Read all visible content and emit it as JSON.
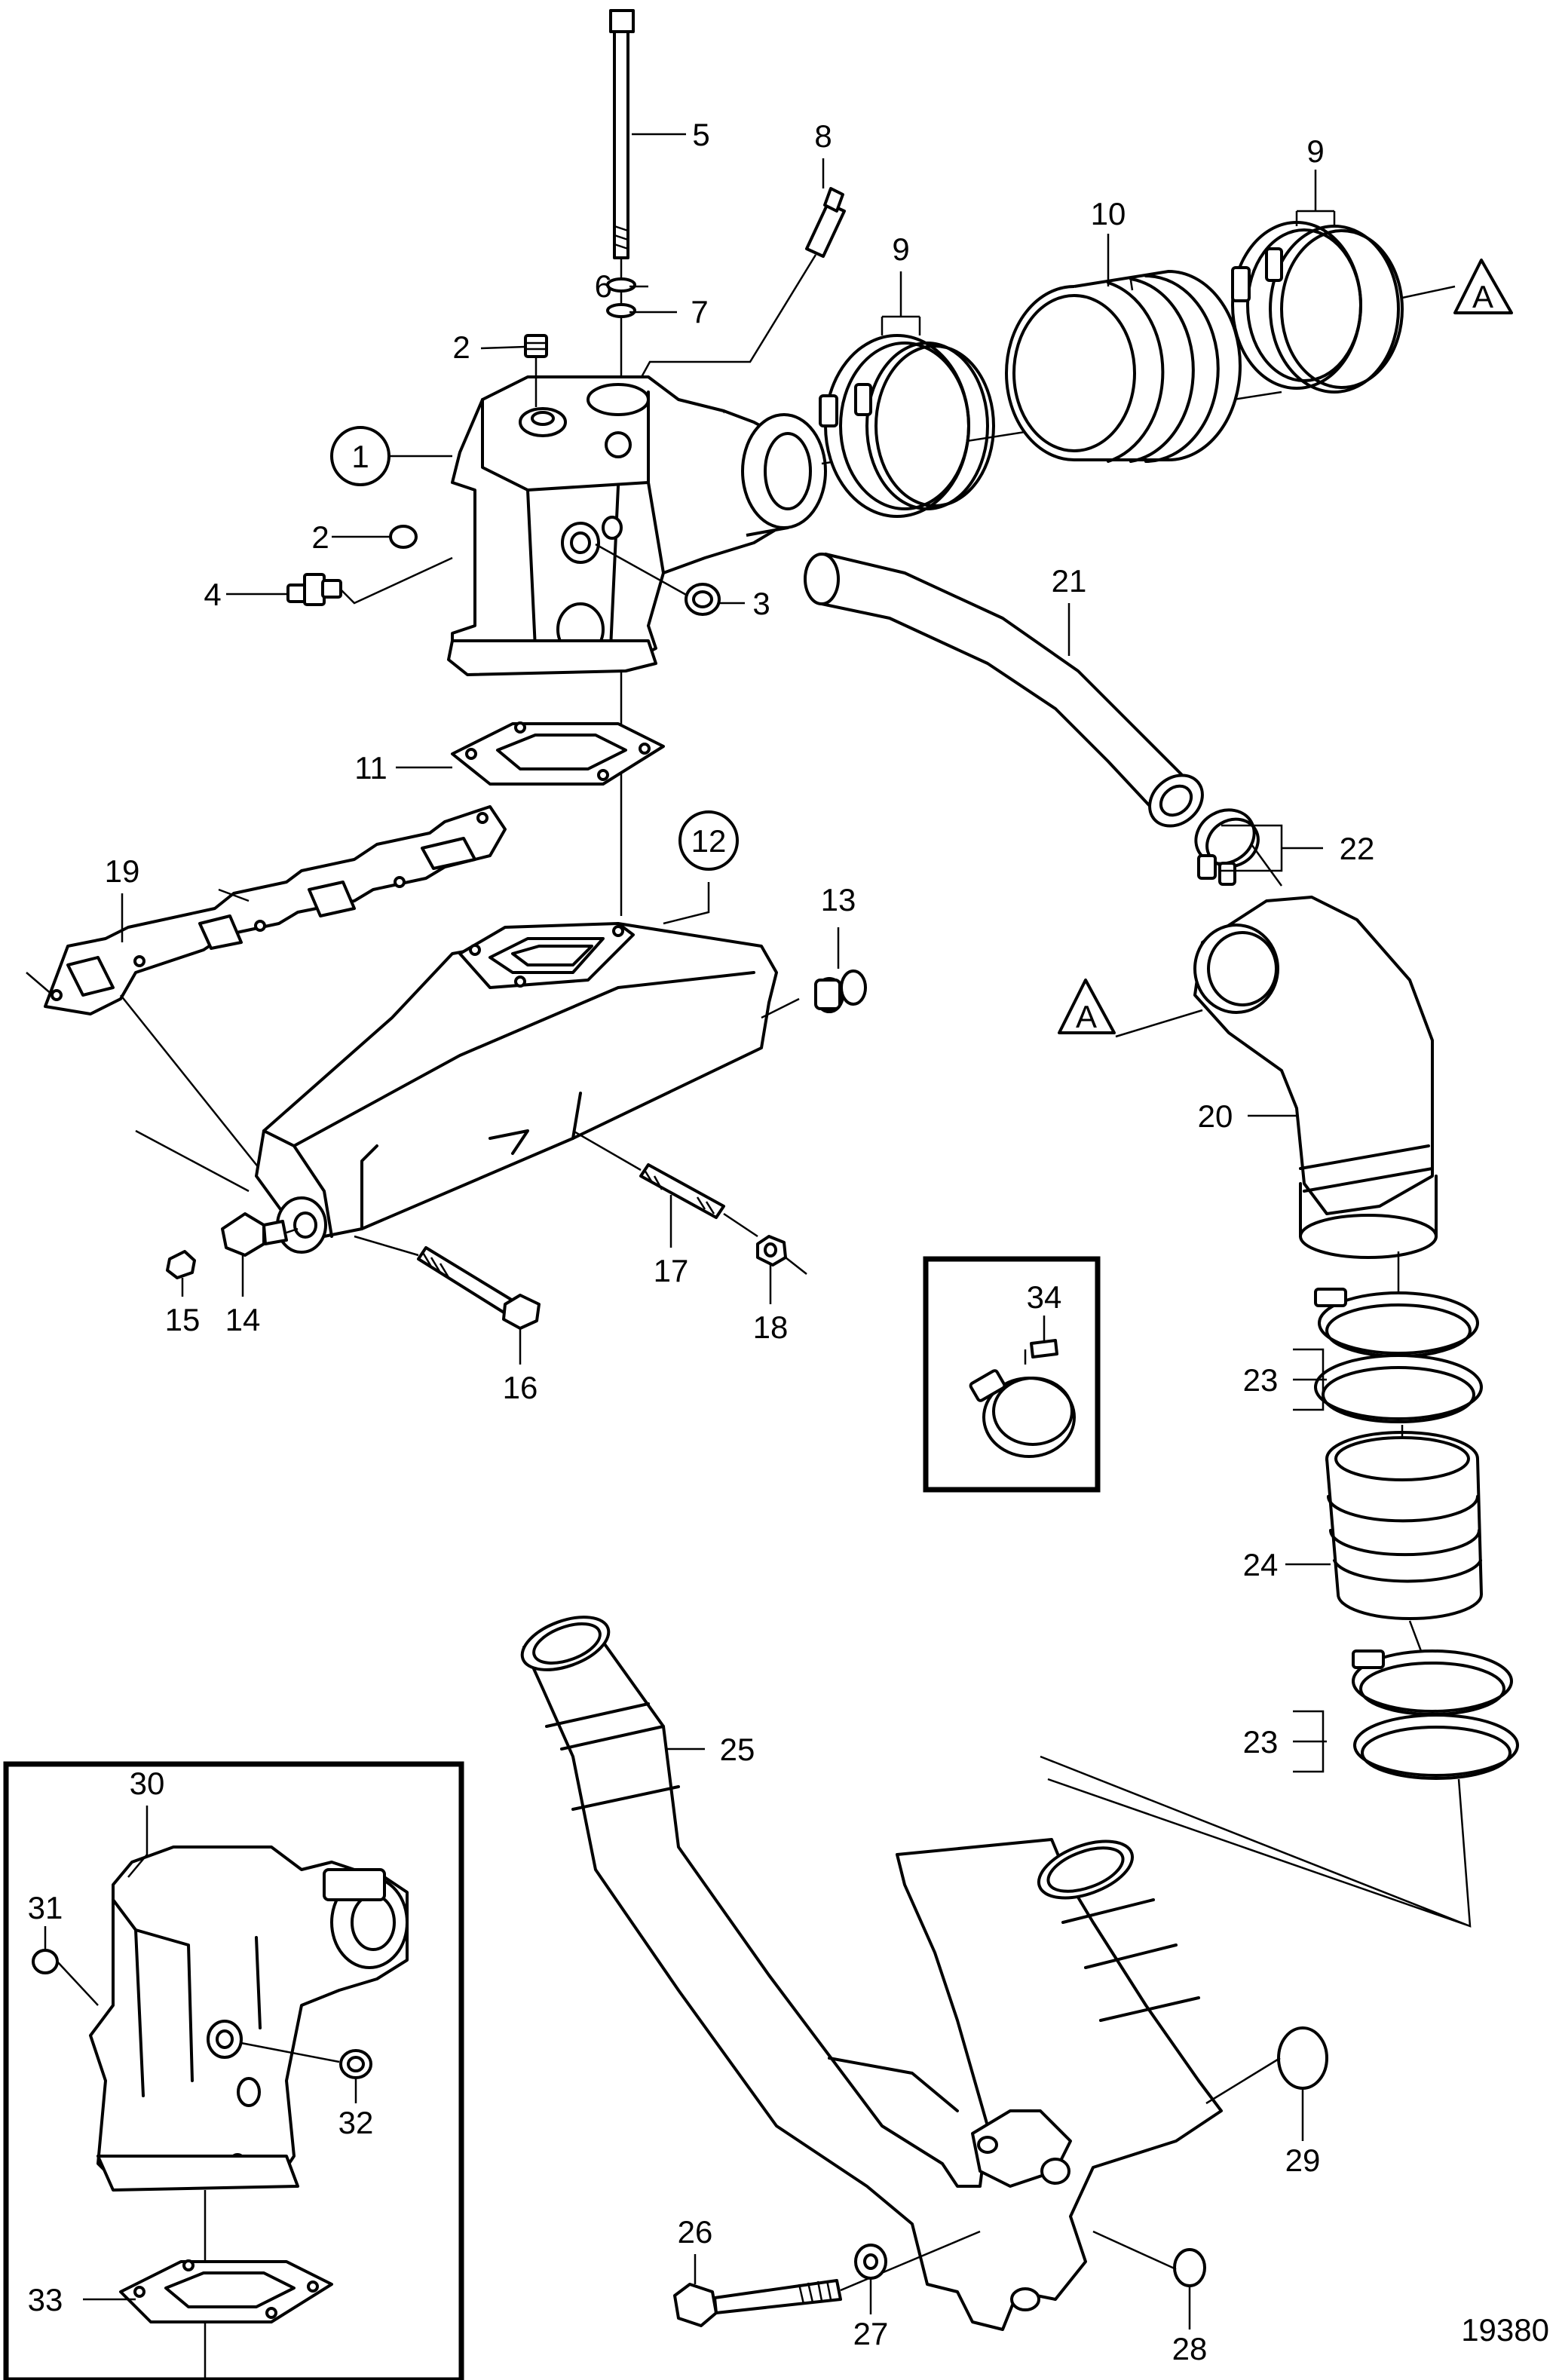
{
  "figure_id": "19380",
  "callouts": {
    "c1": "1",
    "c2a": "2",
    "c2b": "2",
    "c3": "3",
    "c4": "4",
    "c5": "5",
    "c6": "6",
    "c7": "7",
    "c8": "8",
    "c9a": "9",
    "c9b": "9",
    "c10": "10",
    "c11": "11",
    "c12": "12",
    "c13": "13",
    "c14": "14",
    "c15": "15",
    "c16": "16",
    "c17": "17",
    "c18": "18",
    "c19": "19",
    "c20": "20",
    "c21": "21",
    "c22": "22",
    "c23a": "23",
    "c23b": "23",
    "c24": "24",
    "c25": "25",
    "c26": "26",
    "c27": "27",
    "c28": "28",
    "c29": "29",
    "c30": "30",
    "c31": "31",
    "c32": "32",
    "c33": "33",
    "c34": "34"
  },
  "reference_marks": {
    "a1": "A",
    "a2": "A"
  }
}
